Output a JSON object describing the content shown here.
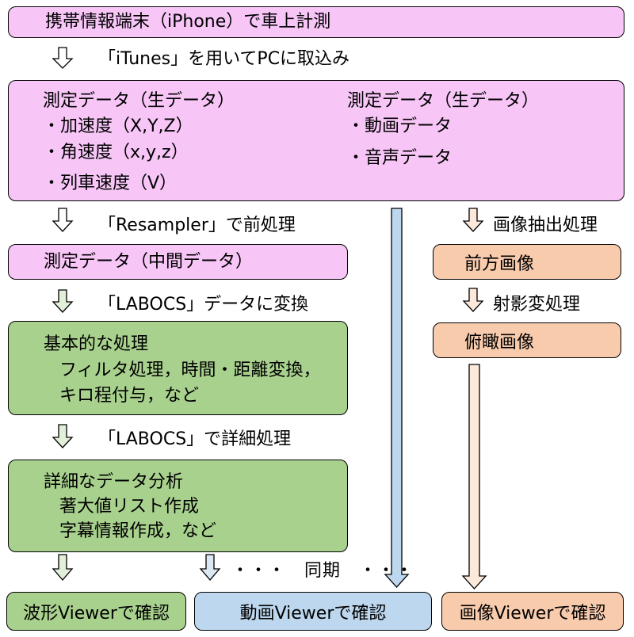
{
  "colors": {
    "pink": "#f7c6f7",
    "green": "#a9d18e",
    "orange": "#f8cbad",
    "blue": "#bdd7ee",
    "stroke": "#000000"
  },
  "boxes": {
    "measure_title": "携帯情報端末（iPhone）で車上計測",
    "raw": {
      "left_title": "測定データ（生データ）",
      "left_items": [
        "・加速度（X,Y,Z）",
        "・角速度（x,y,z）",
        "・列車速度（V）"
      ],
      "right_title": "測定データ（生データ）",
      "right_items": [
        "・動画データ",
        "・音声データ"
      ]
    },
    "intermediate": "測定データ（中間データ）",
    "basic": {
      "title": "基本的な処理",
      "lines": [
        "フィルタ処理，時間・距離変換，",
        "キロ程付与，など"
      ]
    },
    "detail": {
      "title": "詳細なデータ分析",
      "lines": [
        "著大値リスト作成",
        "字幕情報作成，など"
      ]
    },
    "front_image": "前方画像",
    "birdseye_image": "俯瞰画像",
    "waveform_viewer": "波形Viewerで確認",
    "video_viewer": "動画Viewerで確認",
    "image_viewer": "画像Viewerで確認"
  },
  "steps": {
    "itunes": "「iTunes」を用いてPCに取込み",
    "resampler": "「Resampler」で前処理",
    "image_extract": "画像抽出処理",
    "labocs_convert": "「LABOCS」データに変換",
    "projective": "射影変処理",
    "labocs_detail": "「LABOCS」で詳細処理",
    "sync": "・・・　同期　・・・"
  }
}
